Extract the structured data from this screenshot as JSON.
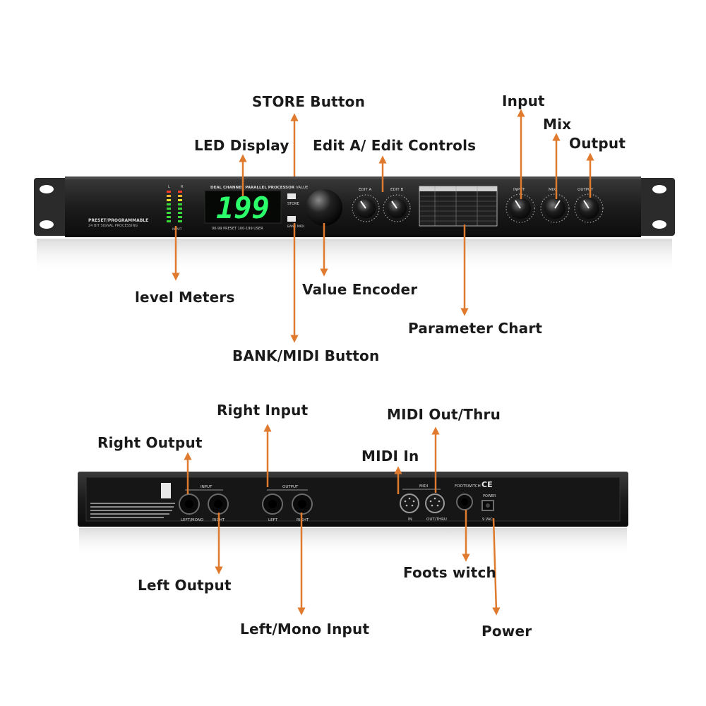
{
  "front_panel": {
    "title": "DEAL CHANNEL PARALLEL PROCESSOR",
    "brand_line1": "PRESET/PROGRAMMABLE",
    "brand_line2": "24 BIT SIGNAL PROCESSING",
    "display_value": "199",
    "preset_caption": "00-99 PRESET  100-199 USER",
    "value_label": "VALUE",
    "store_label": "STORE",
    "bank_label": "BANK MIDI",
    "meter_left": "L",
    "meter_right": "R",
    "meter_caption": "INPUT",
    "edit_a_label": "EDIT A",
    "edit_b_label": "EDIT B",
    "input_label": "INPUT",
    "mix_label": "MIX",
    "output_label": "OUTPUT"
  },
  "rear_panel": {
    "input_group": "INPUT",
    "output_group": "OUTPUT",
    "left_mono_label": "LEFT/MONO",
    "right_label": "RIGHT",
    "left_label": "LEFT",
    "right_label_2": "RIGHT",
    "midi_group": "MIDI",
    "midi_in_label": "IN",
    "midi_out_label": "OUT/THRU",
    "footswitch_label": "FOOTSWITCH",
    "power_label": "POWER",
    "ce_mark": "CE",
    "voltage_label": "9 VAC"
  },
  "callouts": {
    "store_button": "STORE Button",
    "led_display": "LED Display",
    "edit_controls": "Edit A/ Edit Controls",
    "input": "Input",
    "mix": "Mix",
    "output": "Output",
    "level_meters": "level Meters",
    "value_encoder": "Value Encoder",
    "parameter_chart": "Parameter Chart",
    "bank_midi_button": "BANK/MIDI Button",
    "right_input": "Right Input",
    "right_output": "Right Output",
    "midi_out_thru": "MIDI Out/Thru",
    "midi_in": "MIDI In",
    "left_output": "Left Output",
    "left_mono_input": "Left/Mono Input",
    "foots_witch": "Foots witch",
    "power": "Power"
  },
  "colors": {
    "arrow": "#e07a2e",
    "panel": "#141414",
    "display_green": "#2bff6a",
    "text": "#1a1a1a"
  }
}
